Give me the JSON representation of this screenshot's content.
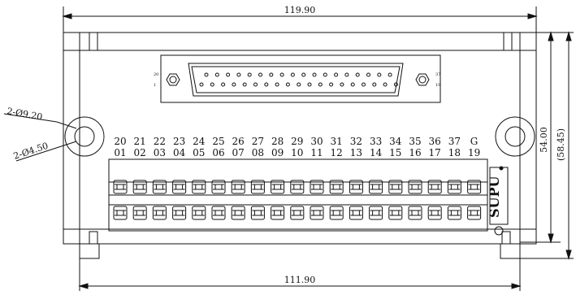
{
  "drawing": {
    "dim_top_width": "119.90",
    "dim_bottom_width": "111.90",
    "dim_height_inner": "54.00",
    "dim_height_outer": "(58.45)",
    "dim_hole_large": "2-Ø9.20",
    "dim_hole_small": "2-Ø4.50",
    "connector_labels": {
      "top_left": "20",
      "bottom_left": "1",
      "top_right": "37",
      "bottom_right": "19"
    },
    "terminal_top_labels": [
      "20",
      "21",
      "22",
      "23",
      "24",
      "25",
      "26",
      "27",
      "28",
      "29",
      "30",
      "31",
      "32",
      "33",
      "34",
      "35",
      "36",
      "37",
      "G"
    ],
    "terminal_bottom_labels": [
      "01",
      "02",
      "03",
      "04",
      "05",
      "06",
      "07",
      "08",
      "09",
      "10",
      "11",
      "12",
      "13",
      "14",
      "15",
      "16",
      "17",
      "18",
      "19"
    ],
    "brand_logo_text": "SUPU"
  }
}
